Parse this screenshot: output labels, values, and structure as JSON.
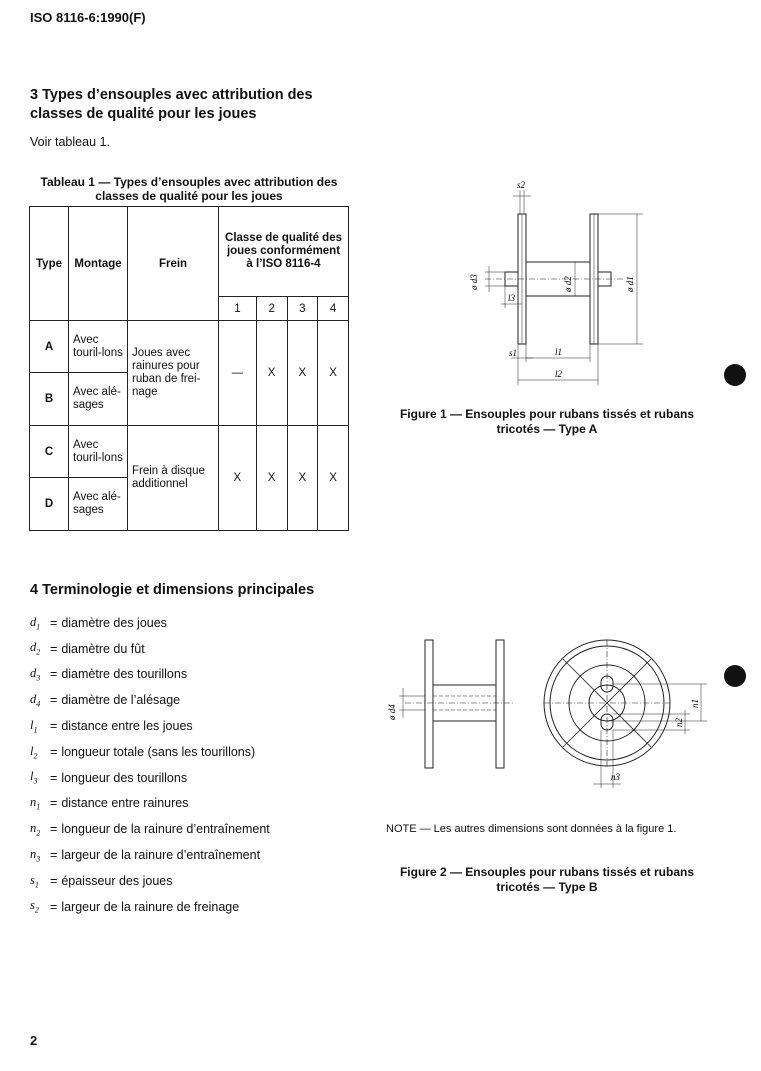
{
  "header": {
    "standard": "ISO 8116-6:1990(F)"
  },
  "section3": {
    "heading": "3  Types d’ensouples avec attribution des classes de qualité pour les joues",
    "intro": "Voir tableau 1."
  },
  "table1": {
    "caption": "Tableau 1 — Types d’ensouples avec attribution des classes de qualité pour les joues",
    "headers": {
      "type": "Type",
      "montage": "Montage",
      "frein": "Frein",
      "classe": "Classe de qualité des joues conformément à l’ISO 8116-4",
      "classes": [
        "1",
        "2",
        "3",
        "4"
      ]
    },
    "rows": [
      {
        "type": "A",
        "montage": "Avec touril-lons"
      },
      {
        "type": "B",
        "montage": "Avec alé-sages"
      },
      {
        "type": "C",
        "montage": "Avec touril-lons"
      },
      {
        "type": "D",
        "montage": "Avec alé-sages"
      }
    ],
    "groups": [
      {
        "frein": "Joues avec rainures pour ruban de frei-nage",
        "values": [
          "—",
          "X",
          "X",
          "X"
        ]
      },
      {
        "frein": "Frein à disque additionnel",
        "values": [
          "X",
          "X",
          "X",
          "X"
        ]
      }
    ]
  },
  "section4": {
    "heading": "4  Terminologie et dimensions principales",
    "terms": [
      {
        "sym": "d",
        "sub": "1",
        "def": "diamètre des joues"
      },
      {
        "sym": "d",
        "sub": "2",
        "def": "diamètre du fût"
      },
      {
        "sym": "d",
        "sub": "3",
        "def": "diamètre des tourillons"
      },
      {
        "sym": "d",
        "sub": "4",
        "def": "diamètre de l’alésage"
      },
      {
        "sym": "l",
        "sub": "1",
        "def": "distance entre les joues"
      },
      {
        "sym": "l",
        "sub": "2",
        "def": "longueur totale (sans les tourillons)"
      },
      {
        "sym": "l",
        "sub": "3",
        "def": "longueur des tourillons"
      },
      {
        "sym": "n",
        "sub": "1",
        "def": "distance entre rainures"
      },
      {
        "sym": "n",
        "sub": "2",
        "def": "longueur de la rainure d’entraînement"
      },
      {
        "sym": "n",
        "sub": "3",
        "def": "largeur de la rainure d’entraînement"
      },
      {
        "sym": "s",
        "sub": "1",
        "def": "épaisseur des joues"
      },
      {
        "sym": "s",
        "sub": "2",
        "def": "largeur de la rainure de freinage"
      }
    ]
  },
  "figure1": {
    "caption": "Figure 1 — Ensouples pour rubans tissés et rubans tricotés — Type A",
    "labels": {
      "s2": "s2",
      "d3": "ø d3",
      "d2": "ø d2",
      "d1": "ø d1",
      "l3": "l3",
      "s1": "s1",
      "l1": "l1",
      "l2": "l2"
    }
  },
  "figure2": {
    "note": "NOTE — Les autres dimensions sont données à la figure 1.",
    "caption": "Figure 2 — Ensouples pour rubans tissés et rubans tricotés — Type B",
    "labels": {
      "d4": "ø d4",
      "n1": "n1",
      "n2": "n2",
      "n3": "n3"
    }
  },
  "footer": {
    "page": "2"
  }
}
